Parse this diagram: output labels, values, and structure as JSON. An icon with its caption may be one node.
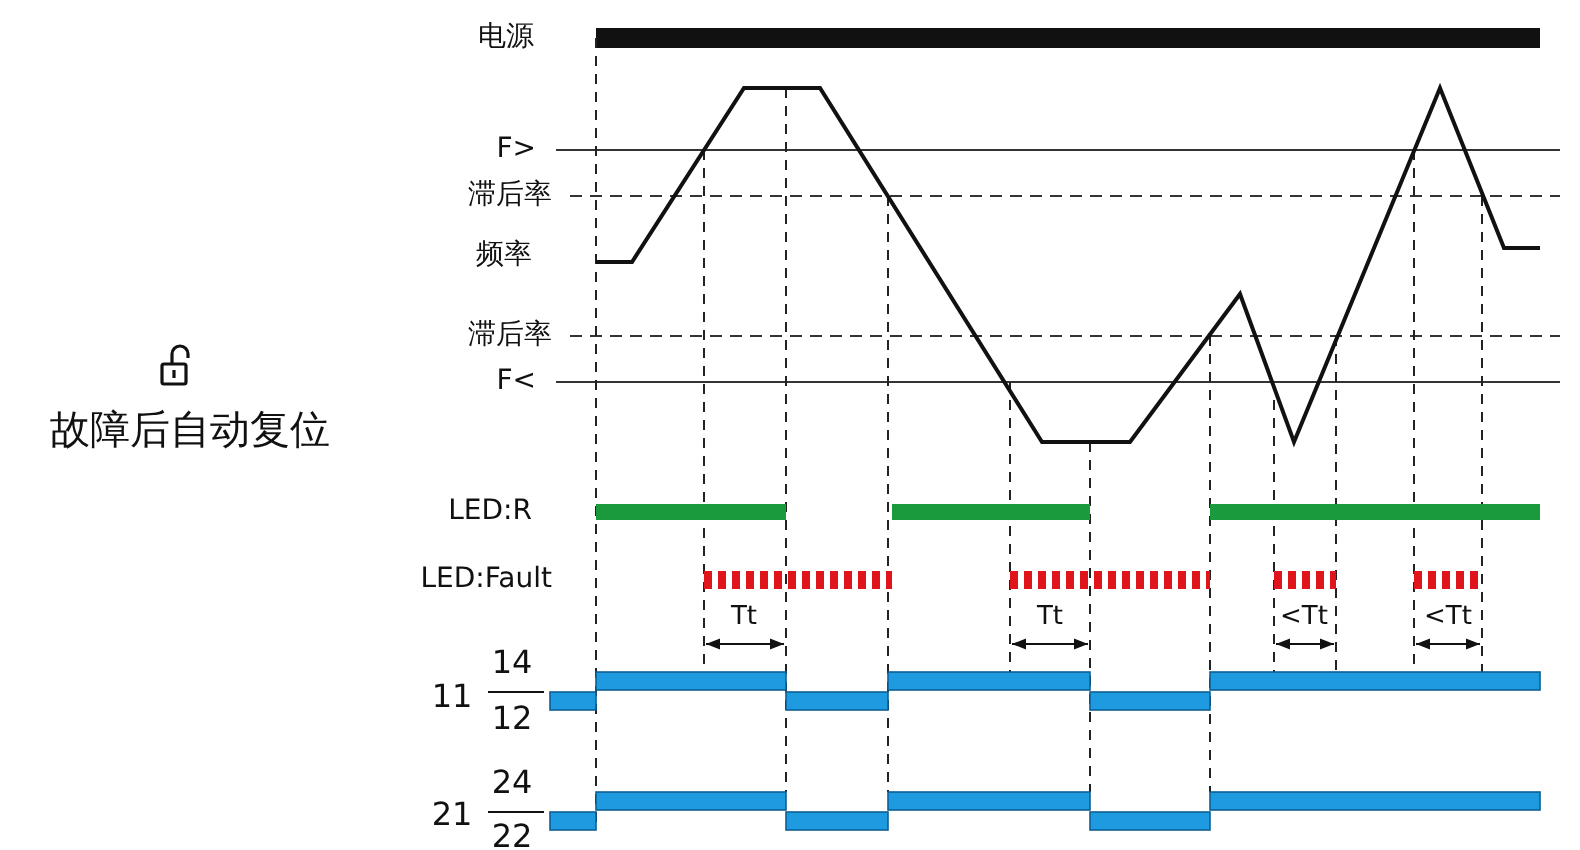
{
  "diagram": {
    "labels": [
      "电源",
      "F>",
      "滞后率",
      "频率",
      "滞后率",
      "F<",
      "故障后自动复位",
      "LED:R",
      "LED:Fault",
      "Tt",
      "Tt",
      "<Tt",
      "<Tt",
      "11",
      "14",
      "12",
      "21",
      "24",
      "22"
    ]
  }
}
